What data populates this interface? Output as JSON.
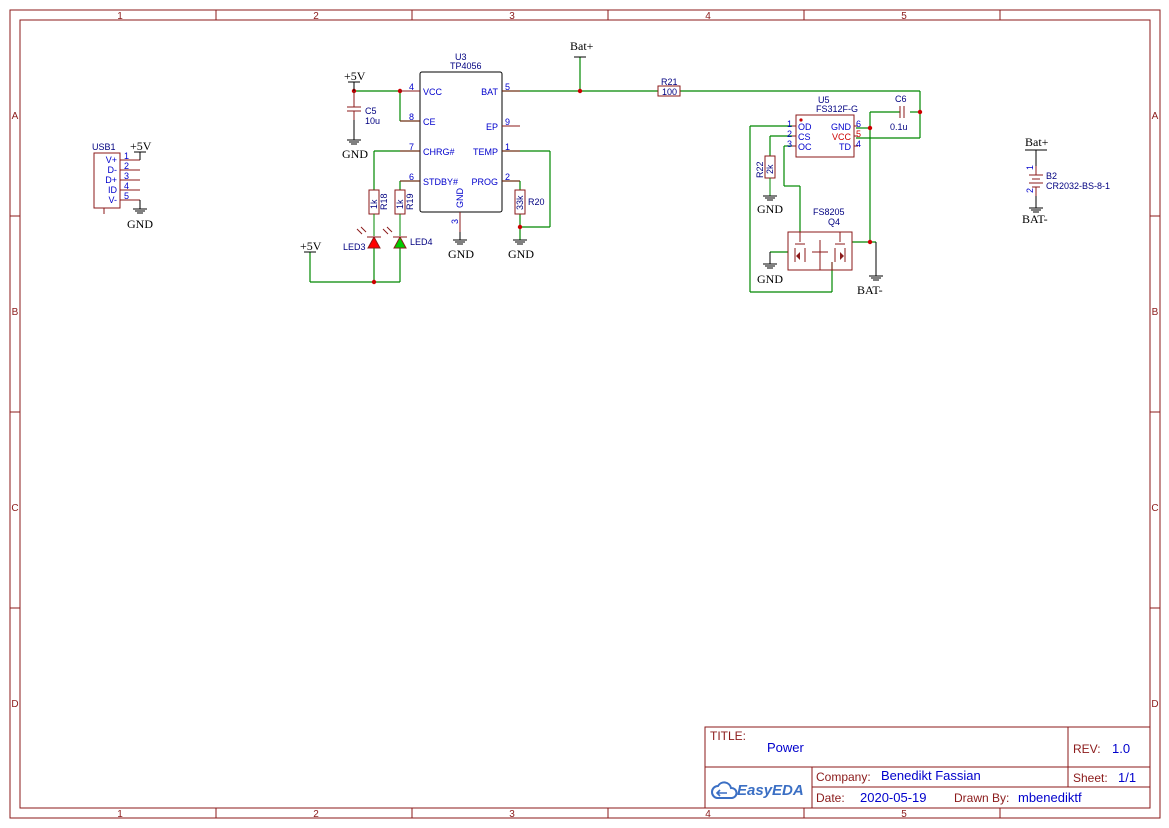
{
  "border": {
    "columns": [
      "1",
      "2",
      "3",
      "4",
      "5"
    ],
    "rows": [
      "A",
      "B",
      "C",
      "D"
    ]
  },
  "usb": {
    "ref": "USB1",
    "pins": [
      {
        "num": "1",
        "name": "V+"
      },
      {
        "num": "2",
        "name": "D-"
      },
      {
        "num": "3",
        "name": "D+"
      },
      {
        "num": "4",
        "name": "ID"
      },
      {
        "num": "5",
        "name": "V-"
      }
    ],
    "vcc_net": "+5V",
    "gnd_net": "GND"
  },
  "u3": {
    "ref": "U3",
    "value": "TP4056",
    "left_pins": [
      {
        "num": "4",
        "name": "VCC"
      },
      {
        "num": "8",
        "name": "CE"
      },
      {
        "num": "7",
        "name": "CHRG#"
      },
      {
        "num": "6",
        "name": "STDBY#"
      }
    ],
    "right_pins": [
      {
        "num": "5",
        "name": "BAT"
      },
      {
        "num": "9",
        "name": "EP"
      },
      {
        "num": "1",
        "name": "TEMP"
      },
      {
        "num": "2",
        "name": "PROG"
      }
    ],
    "bottom_pin": {
      "num": "3",
      "name": "GND"
    }
  },
  "c5": {
    "ref": "C5",
    "value": "10u"
  },
  "r18": {
    "ref": "R18",
    "value": "1k"
  },
  "r19": {
    "ref": "R19",
    "value": "1k"
  },
  "r20": {
    "ref": "R20",
    "value": "33k"
  },
  "r21": {
    "ref": "R21",
    "value": "100"
  },
  "r22": {
    "ref": "R22",
    "value": "2k"
  },
  "led3": {
    "ref": "LED3"
  },
  "led4": {
    "ref": "LED4"
  },
  "c6": {
    "ref": "C6",
    "value": "0.1u"
  },
  "u5": {
    "ref": "U5",
    "value": "FS312F-G",
    "left_pins": [
      {
        "num": "1",
        "name": "OD"
      },
      {
        "num": "2",
        "name": "CS"
      },
      {
        "num": "3",
        "name": "OC"
      }
    ],
    "right_pins": [
      {
        "num": "6",
        "name": "GND"
      },
      {
        "num": "5",
        "name": "VCC"
      },
      {
        "num": "4",
        "name": "TD"
      }
    ]
  },
  "q4": {
    "ref": "Q4",
    "value": "FS8205"
  },
  "b2": {
    "ref": "B2",
    "value": "CR2032-BS-8-1",
    "pin_top": "1",
    "pin_bottom": "2"
  },
  "nets": {
    "v5": "+5V",
    "gnd": "GND",
    "bat_plus": "Bat+",
    "bat_minus": "BAT-"
  },
  "title_block": {
    "title_label": "TITLE:",
    "title": "Power",
    "rev_label": "REV:",
    "rev": "1.0",
    "company_label": "Company:",
    "company": "Benedikt Fassian",
    "sheet_label": "Sheet:",
    "sheet": "1/1",
    "date_label": "Date:",
    "date": "2020-05-19",
    "drawn_label": "Drawn By:",
    "drawn_by": "mbenediktf",
    "logo_text": "EasyEDA"
  },
  "colors": {
    "border": "#8b1a1a",
    "wire": "#008800",
    "pin_text": "#0000cc",
    "junction": "#cc0000",
    "led_red": "#ff0000",
    "led_green": "#00cc00"
  }
}
